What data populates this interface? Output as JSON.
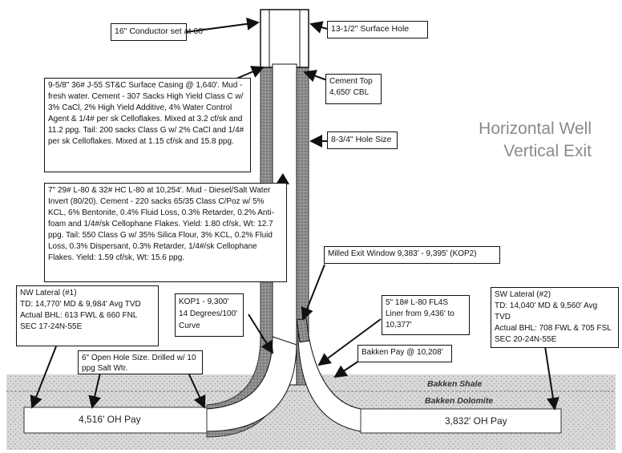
{
  "title": {
    "line1": "Horizontal Well",
    "line2": "Vertical Exit"
  },
  "labels": {
    "conductor": "16\" Conductor set at 60'",
    "surface_hole": "13-1/2\" Surface Hole",
    "cement_top_l1": "Cement Top",
    "cement_top_l2": "4,650' CBL",
    "hole_size": "8-3/4\" Hole Size",
    "surface_casing": "9-5/8\" 36# J-55 ST&C Surface Casing @ 1,640'.  Mud - fresh water.  Cement - 307 Sacks High Yield Class C w/ 3% CaCl, 2% High Yield Additive, 4% Water Control Agent & 1/4# per sk Celloflakes.  Mixed at 3.2 cf/sk and 11.2 ppg.  Tail: 200 sacks Class G w/ 2% CaCl and 1/4# per sk Celloflakes.  Mixed at 1.15 cf/sk and 15.8 ppg.",
    "production_casing": "7\" 29# L-80 & 32# HC L-80 at 10,254'.  Mud - Diesel/Salt Water Invert (80/20).  Cement - 220 sacks 65/35 Class C/Poz w/ 5% KCL, 6% Bentonite, 0.4% Fluid Loss, 0.3% Retarder, 0.2% Anti-foam and 1/4#/sk Cellophane Flakes.  Yield: 1.80 cf/sk, Wt: 12.7 ppg.  Tail: 550 Class G w/ 35% Silica Flour, 3% KCL, 0.2% Fluid Loss, 0.3% Dispersant, 0.3% Retarder, 1/4#/sk Cellophane Flakes.  Yield: 1.59 cf/sk, Wt: 15.6 ppg.",
    "milled_exit": "Milled Exit Window 9,383' - 9,395' (KOP2)",
    "nw_lateral_l1": "NW Lateral (#1)",
    "nw_lateral_l2": "TD: 14,770' MD & 9,984' Avg TVD",
    "nw_lateral_l3": "Actual BHL: 613 FWL & 660 FNL",
    "nw_lateral_l4": "SEC 17-24N-55E",
    "kop1_l1": "KOP1 - 9,300'",
    "kop1_l2": "14 Degrees/100'",
    "kop1_l3": "Curve",
    "liner_l1": "5\" 18# L-80 FL4S",
    "liner_l2": "Liner from 9,436' to",
    "liner_l3": "10,377'",
    "sw_lateral_l1": "SW Lateral (#2)",
    "sw_lateral_l2": "TD: 14,040' MD & 9,560' Avg TVD",
    "sw_lateral_l3": "Actual BHL: 708 FWL & 705 FSL",
    "sw_lateral_l4": "SEC 20-24N-55E",
    "open_hole": "6\" Open Hole Size.  Drilled w/ 10 ppg Salt Wtr.",
    "bakken_pay": "Bakken Pay @ 10,208'",
    "bakken_shale": "Bakken Shale",
    "bakken_dolomite": "Bakken Dolomite",
    "oh_pay_left": "4,516' OH Pay",
    "oh_pay_right": "3,832' OH Pay"
  },
  "colors": {
    "formation": "#d9d9d9",
    "cement": "#8c8c8c",
    "casing": "#ffffff",
    "title": "#8a8a8a"
  }
}
